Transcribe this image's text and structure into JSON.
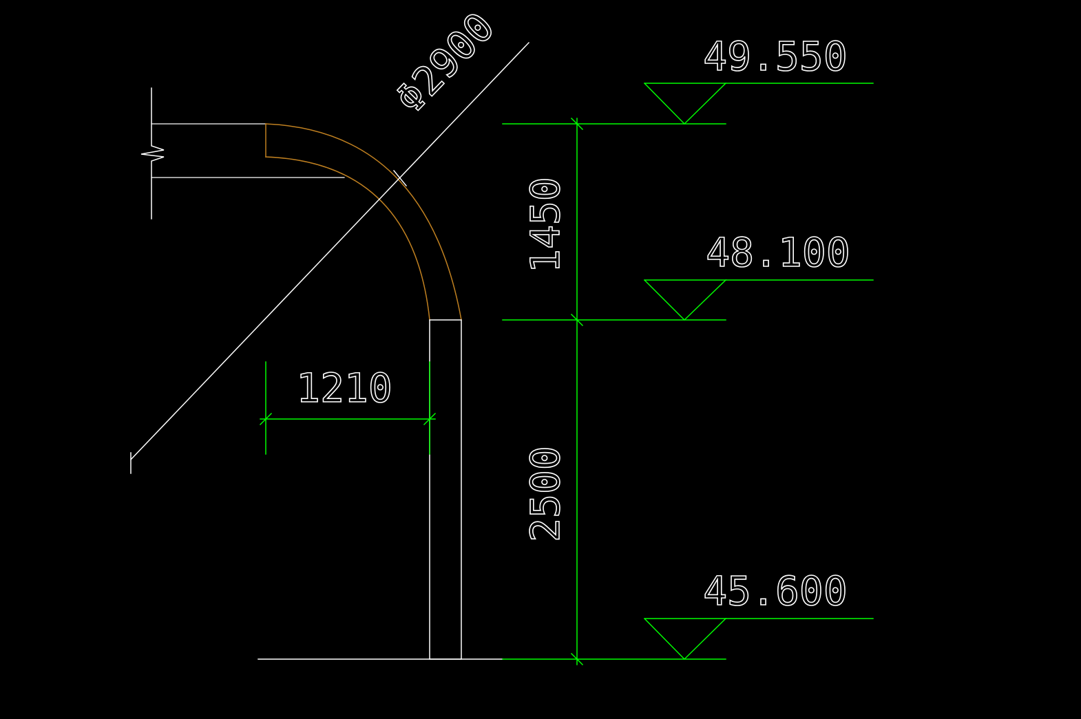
{
  "colors": {
    "background": "#000000",
    "structure": "#ffffff",
    "dimension": "#00ff00",
    "arc": "#c08020"
  },
  "annotations": {
    "diameter_label": "Φ2900",
    "horizontal_dim": "1210",
    "vertical_dim_upper": "1450",
    "vertical_dim_lower": "2500"
  },
  "levels": [
    {
      "label": "49.550"
    },
    {
      "label": "48.100"
    },
    {
      "label": "45.600"
    }
  ]
}
